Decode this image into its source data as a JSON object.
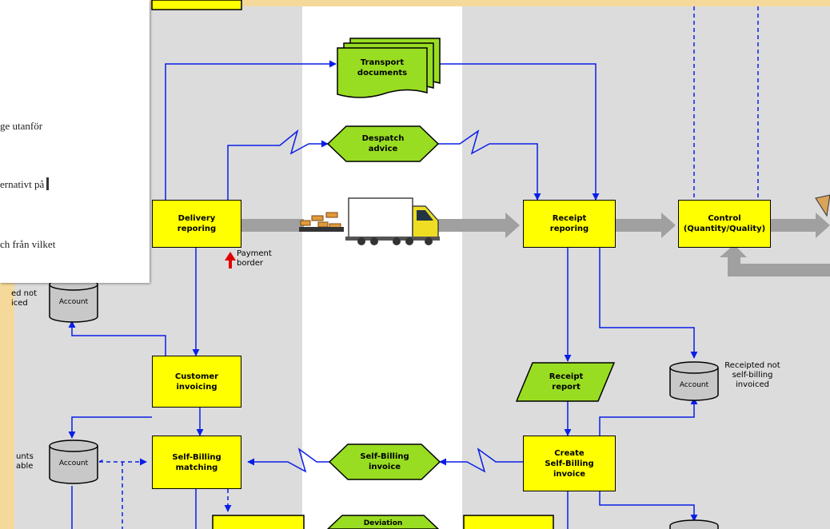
{
  "document": {
    "lines": [
      "ge utanför",
      "ernativt på",
      "ch från vilket"
    ]
  },
  "process_boxes": {
    "delivery_reporting": "Delivery\nreporing",
    "receipt_reporting": "Receipt\nreporing",
    "control": "Control\n(Quantity/Quality)",
    "customer_invoicing": "Customer\ninvoicing",
    "self_billing_matching": "Self-Billing\nmatching",
    "create_self_billing_invoice": "Create\nSelf-Billing\ninvoice"
  },
  "documents": {
    "transport_documents": "Transport\ndocuments"
  },
  "messages": {
    "despatch_advice": "Despatch\nadvice",
    "self_billing_invoice": "Self-Billing\ninvoice",
    "deviation": "Deviation"
  },
  "reports": {
    "receipt_report": "Receipt\nreport"
  },
  "databases": {
    "account_1": "Account",
    "account_2": "Account",
    "account_3": "Account"
  },
  "labels": {
    "delivered_not_invoiced": "ed not\niced",
    "accounts_payable": "unts\nable",
    "payment_border": "Payment\nborder",
    "receipted_not_invoiced": "Receipted not\nself-billing\ninvoiced"
  },
  "colors": {
    "process": "#ffff00",
    "message": "#99dd22",
    "flow_line": "#0a1ee6",
    "physical_flow": "#a0a0a0",
    "lane_gray": "#dcdcdc",
    "background": "#f5d99b",
    "database": "#c8c8c8",
    "border_marker": "#e00000"
  }
}
